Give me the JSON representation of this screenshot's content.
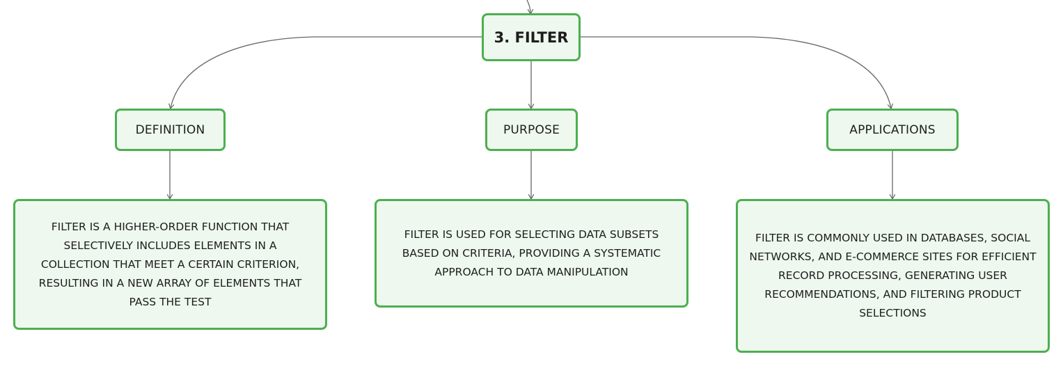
{
  "root": {
    "label": "3. FILTER"
  },
  "branches": [
    {
      "category": "DEFINITION",
      "detail": "FILTER IS A HIGHER-ORDER FUNCTION THAT SELECTIVELY INCLUDES ELEMENTS IN A COLLECTION THAT MEET A CERTAIN CRITERION, RESULTING IN A NEW ARRAY OF ELEMENTS THAT PASS THE TEST"
    },
    {
      "category": "PURPOSE",
      "detail": "FILTER IS USED FOR SELECTING DATA SUBSETS BASED ON CRITERIA, PROVIDING A SYSTEMATIC APPROACH TO DATA MANIPULATION"
    },
    {
      "category": "APPLICATIONS",
      "detail": "FILTER IS COMMONLY USED IN DATABASES, SOCIAL NETWORKS, AND E-COMMERCE SITES FOR EFFICIENT RECORD PROCESSING, GENERATING USER RECOMMENDATIONS, AND FILTERING PRODUCT SELECTIONS"
    }
  ],
  "colors": {
    "node_border": "#4caf50",
    "node_fill": "#eef8ee",
    "connector": "#666666"
  }
}
